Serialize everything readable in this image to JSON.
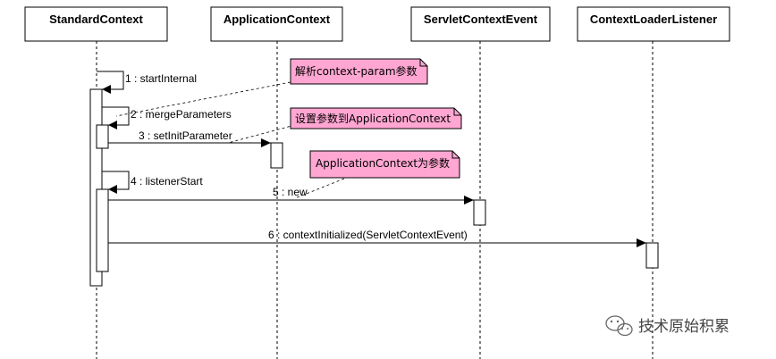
{
  "participants": [
    {
      "id": "sc",
      "name": "StandardContext"
    },
    {
      "id": "ac",
      "name": "ApplicationContext"
    },
    {
      "id": "sce",
      "name": "ServletContextEvent"
    },
    {
      "id": "cll",
      "name": "ContextLoaderListener"
    }
  ],
  "messages": [
    {
      "label": "1 : startInternal"
    },
    {
      "label": "2 : mergeParameters"
    },
    {
      "label": "3 : setInitParameter"
    },
    {
      "label": "4 : listenerStart"
    },
    {
      "label": "5 : new"
    },
    {
      "label": "6 : contextInitialized(ServletContextEvent)"
    }
  ],
  "notes": [
    {
      "text": "解析context-param参数",
      "fill": "#ffa6d2"
    },
    {
      "text": "设置参数到ApplicationContext",
      "fill": "#ffa6d2"
    },
    {
      "text": "ApplicationContext为参数",
      "fill": "#ffa6d2"
    }
  ],
  "watermark": {
    "text": "技术原始积累",
    "icon": "wechat-icon"
  },
  "colors": {
    "note_fill": "#ffa6d2",
    "lines": "#000000",
    "box_fill": "#ffffff"
  }
}
